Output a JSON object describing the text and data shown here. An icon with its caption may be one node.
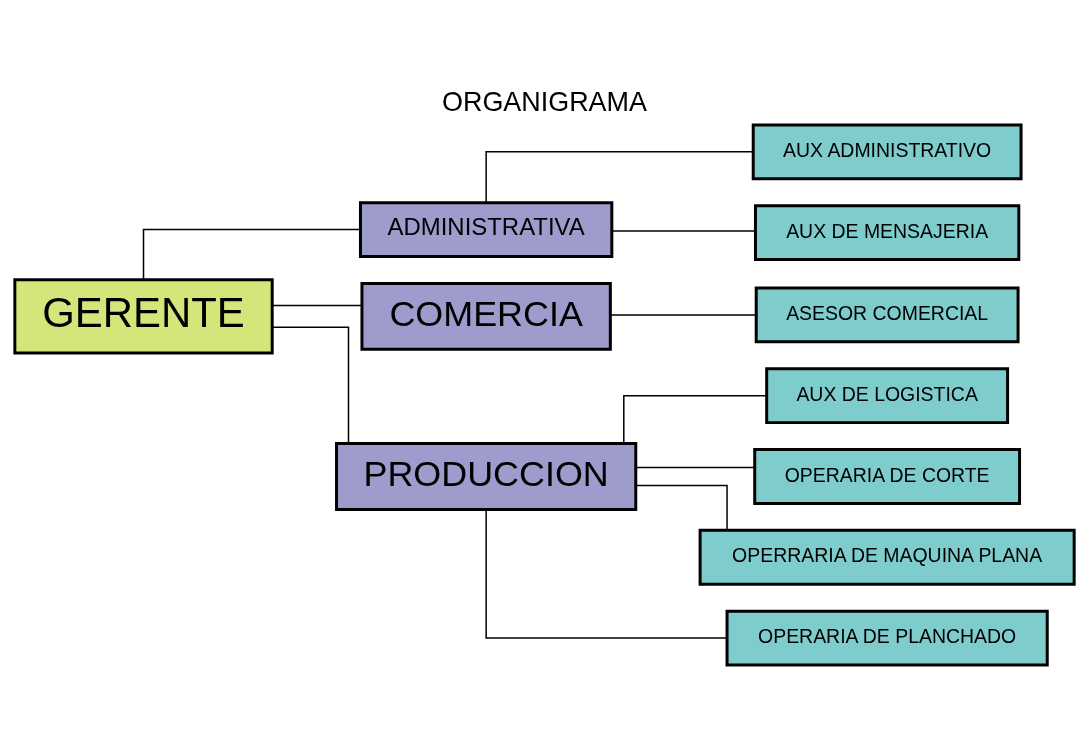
{
  "diagram": {
    "title": "ORGANIGRAMA",
    "nodes": [
      {
        "text": [
          "GERENTE"
        ]
      },
      {
        "text": [
          "ADMINISTRATIVA"
        ]
      },
      {
        "text": [
          "AUX ADMINISTRATIVO"
        ]
      },
      {
        "text": [
          "AUX DE MENSAJERIA"
        ]
      },
      {
        "text": [
          "COMERCIA"
        ]
      },
      {
        "text": [
          "ASESOR COMERCIAL"
        ]
      },
      {
        "text": [
          "PRODUCCION"
        ]
      },
      {
        "text": [
          "AUX DE LOGISTICA"
        ]
      },
      {
        "text": [
          "OPERARIA DE CORTE"
        ]
      },
      {
        "text": [
          "OPERRARIA DE MAQUINA PLANA"
        ]
      },
      {
        "text": [
          "OPERARIA DE PLANCHADO"
        ]
      }
    ],
    "edges": [
      {
        "from": 0,
        "to": 1,
        "arrow": "none"
      },
      {
        "from": 0,
        "to": 4,
        "arrow": "none"
      },
      {
        "from": 0,
        "to": 6,
        "arrow": "none"
      },
      {
        "from": 1,
        "to": 2,
        "arrow": "none"
      },
      {
        "from": 1,
        "to": 3,
        "arrow": "none"
      },
      {
        "from": 4,
        "to": 5,
        "arrow": "none"
      },
      {
        "from": 6,
        "to": 7,
        "arrow": "none"
      },
      {
        "from": 6,
        "to": 8,
        "arrow": "none"
      },
      {
        "from": 6,
        "to": 9,
        "arrow": "none"
      },
      {
        "from": 6,
        "to": 10,
        "arrow": "none"
      }
    ]
  }
}
